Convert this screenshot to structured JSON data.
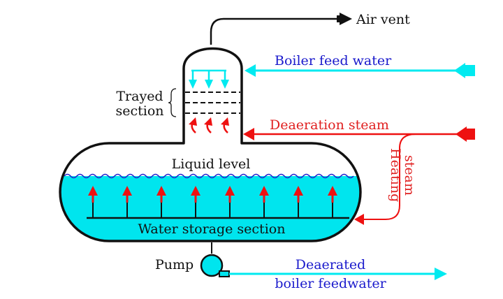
{
  "labels": {
    "air_vent": "Air vent",
    "boiler_feed_water": "Boiler feed water",
    "trayed_section_line1": "Trayed",
    "trayed_section_line2": "section",
    "deaeration_steam": "Deaeration steam",
    "heating_steam_line1": "Heating",
    "heating_steam_line2": "steam",
    "liquid_level": "Liquid level",
    "water_storage_section": "Water storage section",
    "pump": "Pump",
    "deaerated_line1": "Deaerated",
    "deaerated_line2": "boiler feedwater"
  },
  "colors": {
    "water": "#00e5ee",
    "feed_water_line": "#00eaf0",
    "steam": "#ee1111",
    "outline": "#111111",
    "blue_text": "#1a1acc",
    "red_text": "#e02020"
  }
}
